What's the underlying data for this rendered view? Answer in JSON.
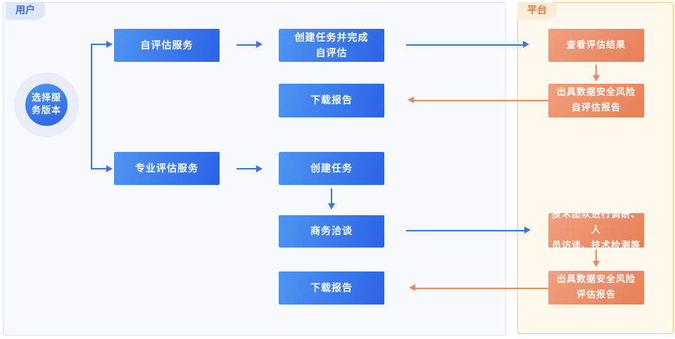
{
  "user_panel": {
    "tag_label": "用户",
    "start_circle": {
      "line1": "选择服",
      "line2": "务版本"
    },
    "service_boxes": {
      "self_assess": "自评估服务",
      "professional": "专业评估服务"
    },
    "task_boxes": {
      "create_and_complete": {
        "line1": "创建任务并完成",
        "line2": "自评估"
      },
      "download_report_1": "下载报告",
      "create_task": "创建任务",
      "business_talk": "商务洽谈",
      "download_report_2": "下载报告"
    }
  },
  "platform_panel": {
    "tag_label": "平台",
    "boxes": {
      "view_result": "查看评估结果",
      "self_report": {
        "line1": "出具数据安全风险",
        "line2": "自评估报告"
      },
      "tech_team": {
        "line1": "技术团队进行调研、人",
        "line2": "员访谈、技术检测等"
      },
      "formal_report": {
        "line1": "出具数据安全风险",
        "line2": "评估报告"
      }
    }
  },
  "colors": {
    "blue_box_from": "#4E95F1",
    "blue_box_to": "#2C63E6",
    "orange_box_from": "#F2A07E",
    "orange_box_to": "#E67F57",
    "blue_arrow": "#3E73D8",
    "orange_arrow": "#E78B62",
    "user_panel_bg": "#F7FAFC",
    "user_panel_border": "#DFE4EC",
    "platform_panel_bg": "#FEF9EC",
    "platform_panel_border": "#F2C88C",
    "user_tag_bg": "#DCE7F8",
    "user_tag_text": "#3D6BD0",
    "platform_tag_bg": "#FAECD9",
    "platform_tag_text": "#E07A42"
  }
}
